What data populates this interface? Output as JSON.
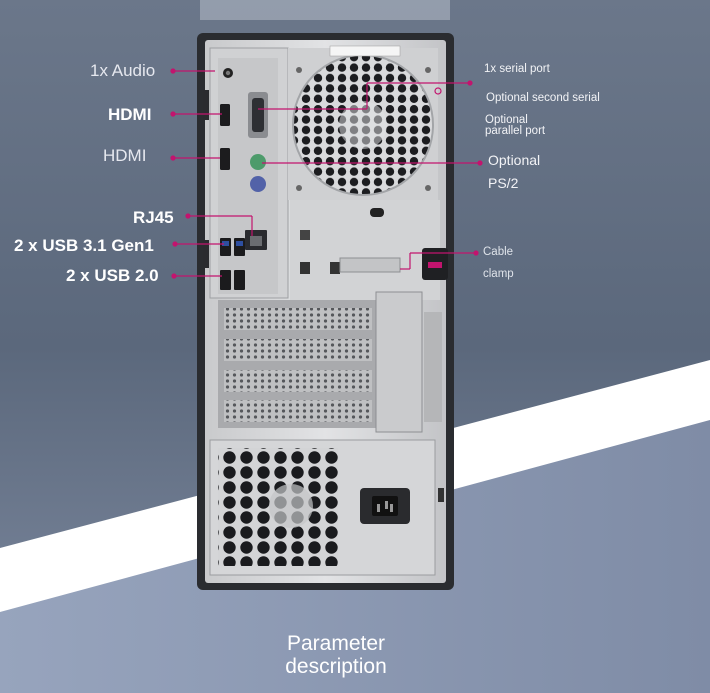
{
  "labels_left": {
    "audio": "1x Audio",
    "hdmi_1": "HDMI",
    "hdmi_2": "HDMI",
    "rj45": "RJ45",
    "usb31": "2 x USB 3.1 Gen1",
    "usb20": "2 x USB 2.0"
  },
  "labels_right": {
    "serial": "1x serial port",
    "second_serial": "Optional second serial",
    "parallel_1": "Optional",
    "parallel_2": "parallel port",
    "ps2_1": "Optional",
    "ps2_2": "PS/2",
    "cable_1": "Cable",
    "cable_2": "clamp"
  },
  "caption": {
    "line1": "Parameter",
    "line2": "description"
  },
  "colors": {
    "callout": "#c2146e",
    "background_dark": "#5d6b80",
    "band_white": "#ffffff",
    "case_body": "#2b2d31",
    "panel_metal": "#d7d8da"
  },
  "icons": {
    "callout_dot": "callout-dot-icon",
    "fan": "fan-grille-icon",
    "power_socket": "power-socket-icon"
  }
}
